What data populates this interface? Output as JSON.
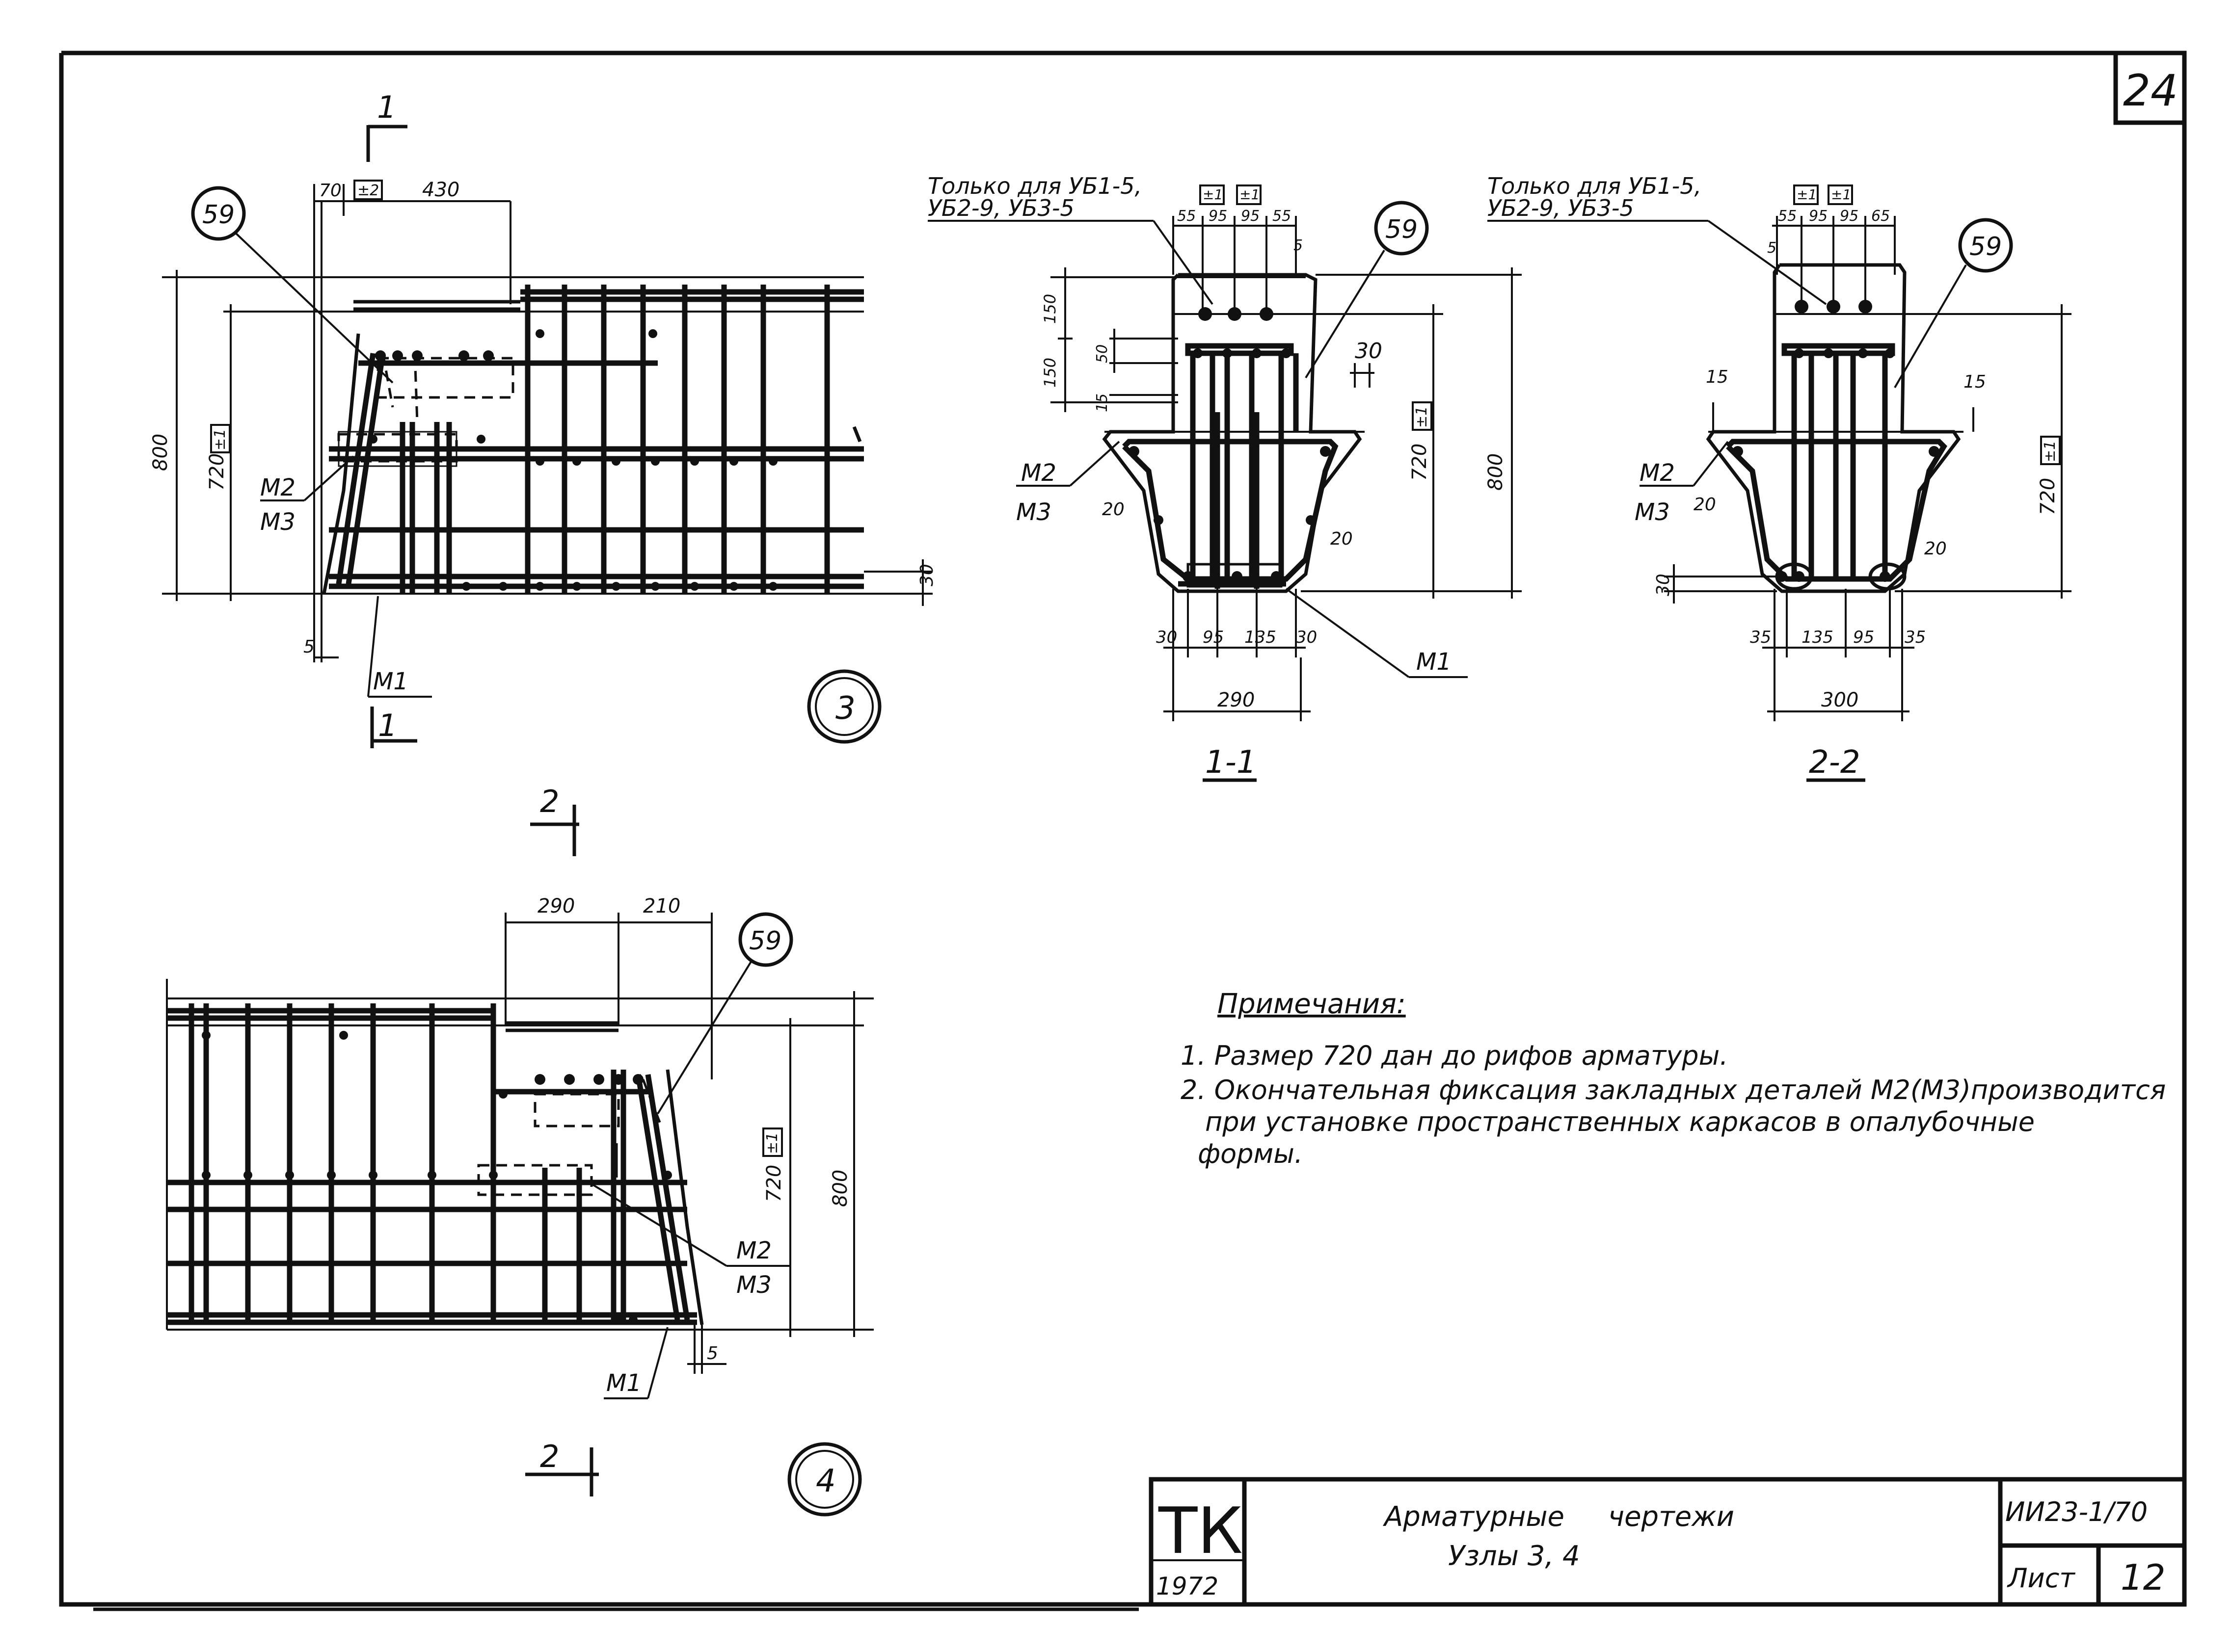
{
  "sheet": {
    "number": "24",
    "stamp": "ТК",
    "year": "1972",
    "title_line1": "Арматурные     чертежи",
    "title_line2": "Узлы 3, 4",
    "code": "ИИ23-1/70",
    "list_label": "Лист",
    "list_number": "12"
  },
  "notes": {
    "heading": "Примечания:",
    "items": [
      "1. Размер 720 дан до рифов арматуры.",
      "2. Окончательная фиксация закладных деталей М2(М3)производится",
      "при установке пространственных каркасов в опалубочные",
      "формы."
    ]
  },
  "node3": {
    "label": "3",
    "section_mark": "1",
    "callout": "59",
    "dims": {
      "d70": "70",
      "tol2": "±2",
      "d430": "430",
      "d800": "800",
      "d720": "720",
      "tol1": "±1",
      "d30": "30",
      "d5": "5"
    },
    "m2": "М2",
    "m3": "М3",
    "m1": "М1"
  },
  "node4": {
    "label": "4",
    "section_mark": "2",
    "callout": "59",
    "dims": {
      "d290": "290",
      "d210": "210",
      "d720": "720",
      "tol1": "±1",
      "d800": "800",
      "d5": "5"
    },
    "m2": "М2",
    "m3": "М3",
    "m1": "М1"
  },
  "section11": {
    "label": "1-1",
    "note_line1": "Только для УБ1-5,",
    "note_line2": "УБ2-9, УБ3-5",
    "callout": "59",
    "top_dims": [
      "55",
      "95",
      "95",
      "55"
    ],
    "tol": "±1",
    "dims": {
      "d5": "5",
      "d150a": "150",
      "d150b": "150",
      "d50": "50",
      "d15": "15",
      "d30": "30",
      "d720": "720",
      "d800": "800",
      "d20a": "20",
      "d20b": "20"
    },
    "bottom_dims": [
      "30",
      "95",
      "135",
      "30"
    ],
    "width": "290",
    "m2": "М2",
    "m3": "М3",
    "m1": "М1"
  },
  "section22": {
    "label": "2-2",
    "note_line1": "Только для УБ1-5,",
    "note_line2": "УБ2-9, УБ3-5",
    "callout": "59",
    "top_dims": [
      "55",
      "95",
      "95",
      "65"
    ],
    "tol": "±1",
    "dims": {
      "d5": "5",
      "d15a": "15",
      "d15b": "15",
      "d720": "720",
      "d30": "30",
      "d20a": "20",
      "d20b": "20"
    },
    "bottom_dims": [
      "35",
      "135",
      "95",
      "35"
    ],
    "width": "300",
    "m2": "М2",
    "m3": "М3"
  }
}
